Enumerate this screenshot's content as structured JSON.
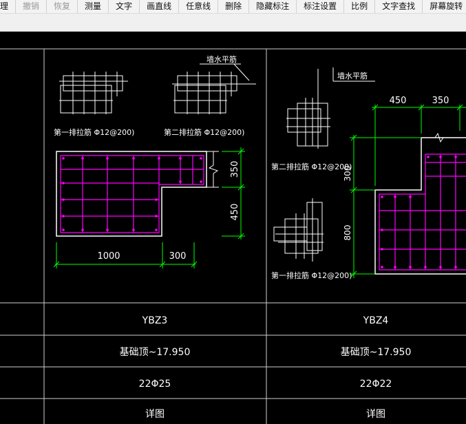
{
  "toolbar": {
    "items": [
      {
        "label": "理",
        "enabled": true
      },
      {
        "label": "撤销",
        "enabled": false
      },
      {
        "label": "恢复",
        "enabled": false
      },
      {
        "label": "测量",
        "enabled": true
      },
      {
        "label": "文字",
        "enabled": true
      },
      {
        "label": "画直线",
        "enabled": true
      },
      {
        "label": "任意线",
        "enabled": true
      },
      {
        "label": "删除",
        "enabled": true
      },
      {
        "label": "隐藏标注",
        "enabled": true
      },
      {
        "label": "标注设置",
        "enabled": true
      },
      {
        "label": "比例",
        "enabled": true
      },
      {
        "label": "文字查找",
        "enabled": true
      },
      {
        "label": "屏幕旋转",
        "enabled": true
      }
    ]
  },
  "drawing": {
    "colors": {
      "background": "#000000",
      "line": "#ffffff",
      "rebar": "#ff00ff",
      "dimension": "#00ff00",
      "grid": "#cfcfcf"
    },
    "left_detail": {
      "wall_rebar_label": "墙水平筋",
      "tie_label_1": "第一排拉筋 Φ12@200)",
      "tie_label_2": "第二排拉筋 Φ12@200)",
      "dim_bottom_1": "1000",
      "dim_bottom_2": "300",
      "dim_right_1": "350",
      "dim_right_2": "450"
    },
    "right_detail": {
      "wall_rebar_label": "墙水平筋",
      "tie_label_1": "第二排拉筋 Φ12@200)",
      "tie_label_2": "第一排拉筋 Φ12@200)",
      "dim_top_1": "450",
      "dim_top_2": "350",
      "dim_left_1": "300",
      "dim_left_2": "800"
    },
    "table": {
      "rows": [
        {
          "left": "YBZ3",
          "right": "YBZ4"
        },
        {
          "left": "基础顶~17.950",
          "right": "基础顶~17.950"
        },
        {
          "left": "22Φ25",
          "right": "22Φ22"
        },
        {
          "left": "详图",
          "right": "详图"
        }
      ]
    }
  }
}
